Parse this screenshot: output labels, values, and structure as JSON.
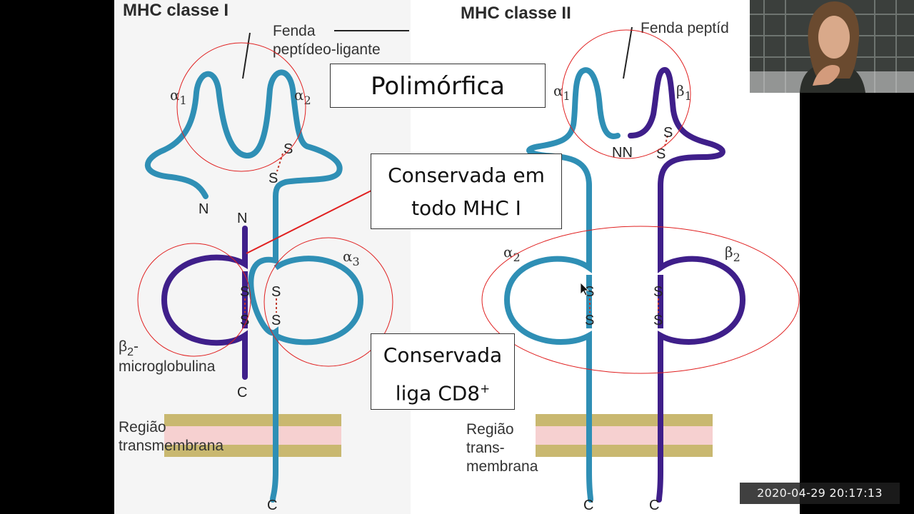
{
  "class1": {
    "title": "MHC classe I",
    "cleft_label_line1": "Fenda",
    "cleft_label_line2": "peptídeo-ligante",
    "alpha1": "α",
    "alpha1_sub": "1",
    "alpha2": "α",
    "alpha2_sub": "2",
    "alpha3": "α",
    "alpha3_sub": "3",
    "n_heavy": "N",
    "n_b2m": "N",
    "c_b2m": "C",
    "c_heavy": "C",
    "b2m_line1": "β",
    "b2m_line1_sub": "2",
    "b2m_line1_tail": "-",
    "b2m_line2": "microglobulina",
    "tm_line1": "Região",
    "tm_line2": "transmembrana",
    "s": "S"
  },
  "class2": {
    "title": "MHC classe II",
    "cleft_label": "Fenda peptíd",
    "alpha1": "α",
    "alpha1_sub": "1",
    "beta1": "β",
    "beta1_sub": "1",
    "alpha2": "α",
    "alpha2_sub": "2",
    "beta2": "β",
    "beta2_sub": "2",
    "nn": "NN",
    "c_alpha": "C",
    "c_beta": "C",
    "tm_line1": "Região",
    "tm_line2": "trans-",
    "tm_line3": "membrana",
    "s": "S"
  },
  "callouts": {
    "polymorphic": "Polimórfica",
    "conserved_line1": "Conservada em",
    "conserved_line2": "todo MHC I",
    "cd8_line1": "Conservada",
    "cd8_line2": "liga CD8",
    "cd8_sup": "+"
  },
  "timestamp": "2020-04-29  20:17:13",
  "colors": {
    "alpha_chain": "#2f8fb5",
    "beta_chain": "#3f1f8a",
    "annotation": "#e02020",
    "membrane_band": "#c9b870",
    "membrane_inner": "#f6d0d0"
  }
}
